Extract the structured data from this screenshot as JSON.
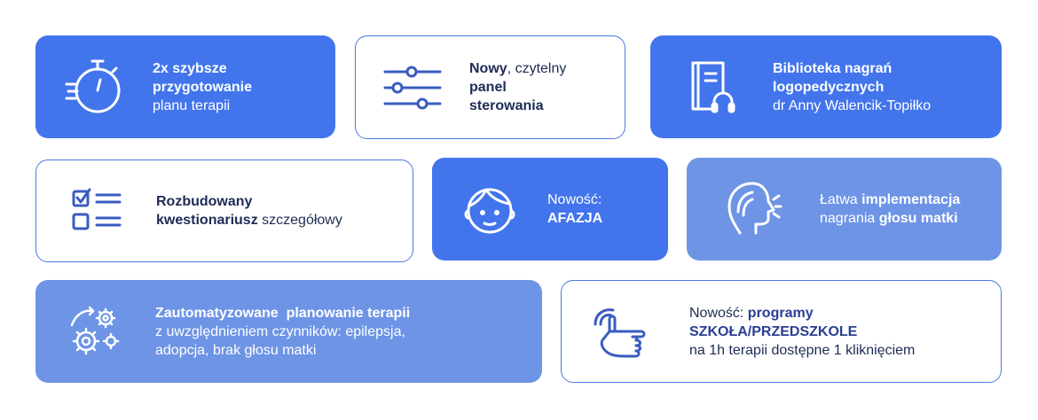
{
  "colors": {
    "primary": "#4275ec",
    "light": "#6e94e6",
    "outline": "#4a78e0",
    "dark_text": "#1e2b55",
    "accent_text": "#2a3f93"
  },
  "cards": [
    {
      "icon": "stopwatch-icon",
      "lines": [
        {
          "bold": "2x szybsze"
        },
        {
          "bold": "przygotowanie"
        },
        {
          "normal": "planu terapii"
        }
      ]
    },
    {
      "icon": "sliders-icon",
      "lines": [
        {
          "bold": "Nowy",
          "normal": ", czytelny"
        },
        {
          "bold": "panel"
        },
        {
          "bold": "sterowania"
        }
      ]
    },
    {
      "icon": "book-headphones-icon",
      "lines": [
        {
          "bold": "Biblioteka nagrań"
        },
        {
          "bold": "logopedycznych"
        },
        {
          "normal": "dr Anny Walencik-Topiłko"
        }
      ]
    },
    {
      "icon": "checklist-icon",
      "lines": [
        {
          "bold": "Rozbudowany"
        },
        {
          "bold": "kwestionariusz",
          "normal": " szczegółowy"
        }
      ]
    },
    {
      "icon": "face-icon",
      "lines": [
        {
          "normal": "Nowość:"
        },
        {
          "bold": "AFAZJA"
        }
      ]
    },
    {
      "icon": "head-speaking-icon",
      "lines": [
        {
          "normal": "Łatwa ",
          "bold": "implementacja"
        },
        {
          "normal": "nagrania ",
          "bold": "głosu matki"
        }
      ]
    },
    {
      "icon": "gears-icon",
      "lines": [
        {
          "bold": "Zautomatyzowane  planowanie terapii"
        },
        {
          "normal": "z uwzględnieniem czynników: epilepsja,"
        },
        {
          "normal": "adopcja, brak głosu matki"
        }
      ]
    },
    {
      "icon": "hand-pointer-icon",
      "lines": [
        {
          "normal": "Nowość: ",
          "bold": "programy"
        },
        {
          "bold": "SZKOŁA/PRZEDSZKOLE"
        },
        {
          "normal": "na 1h terapii dostępne 1 kliknięciem"
        }
      ]
    }
  ]
}
